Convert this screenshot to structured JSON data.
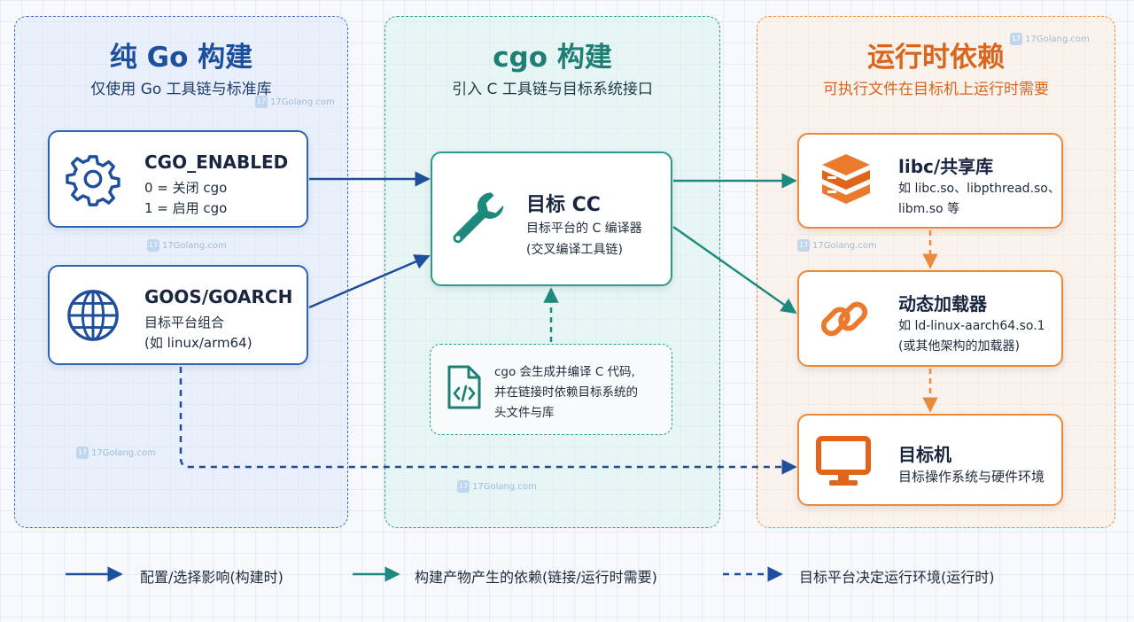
{
  "colors": {
    "blue": "#1d4f9f",
    "teal": "#1e7f74",
    "orange": "#d9661c"
  },
  "panels": {
    "pure_go": {
      "title": "纯 Go 构建",
      "subtitle": "仅使用 Go 工具链与标准库"
    },
    "cgo": {
      "title": "cgo 构建",
      "subtitle": "引入 C 工具链与目标系统接口"
    },
    "runtime": {
      "title": "运行时依赖",
      "subtitle": "可执行文件在目标机上运行时需要"
    }
  },
  "cards": {
    "cgo_enabled": {
      "icon": "gear-icon",
      "title": "CGO_ENABLED",
      "lines": [
        "0 = 关闭 cgo",
        "1 = 启用 cgo"
      ]
    },
    "goos": {
      "icon": "globe-icon",
      "title": "GOOS/GOARCH",
      "lines": [
        "目标平台组合",
        "(如 linux/arm64)"
      ]
    },
    "target_cc": {
      "icon": "wrench-icon",
      "title": "目标 CC",
      "lines": [
        "目标平台的 C 编译器",
        "(交叉编译工具链)"
      ]
    },
    "cgo_note": {
      "icon": "code-file-icon",
      "lines": [
        "cgo 会生成并编译 C 代码,",
        "并在链接时依赖目标系统的",
        "头文件与库"
      ]
    },
    "libc": {
      "icon": "server-stack-icon",
      "title": "libc/共享库",
      "lines": [
        "如 libc.so、libpthread.so、",
        "libm.so 等"
      ]
    },
    "loader": {
      "icon": "link-icon",
      "title": "动态加载器",
      "lines": [
        "如 ld-linux-aarch64.so.1",
        "(或其他架构的加载器)"
      ]
    },
    "target_machine": {
      "icon": "monitor-icon",
      "title": "目标机",
      "lines": [
        "目标操作系统与硬件环境"
      ]
    }
  },
  "legend": [
    {
      "style": "solid-blue",
      "label": "配置/选择影响(构建时)"
    },
    {
      "style": "solid-teal",
      "label": "构建产物产生的依赖(链接/运行时需要)"
    },
    {
      "style": "dashed-blue",
      "label": "目标平台决定运行环境(运行时)"
    }
  ],
  "watermark": "17Golang.com"
}
